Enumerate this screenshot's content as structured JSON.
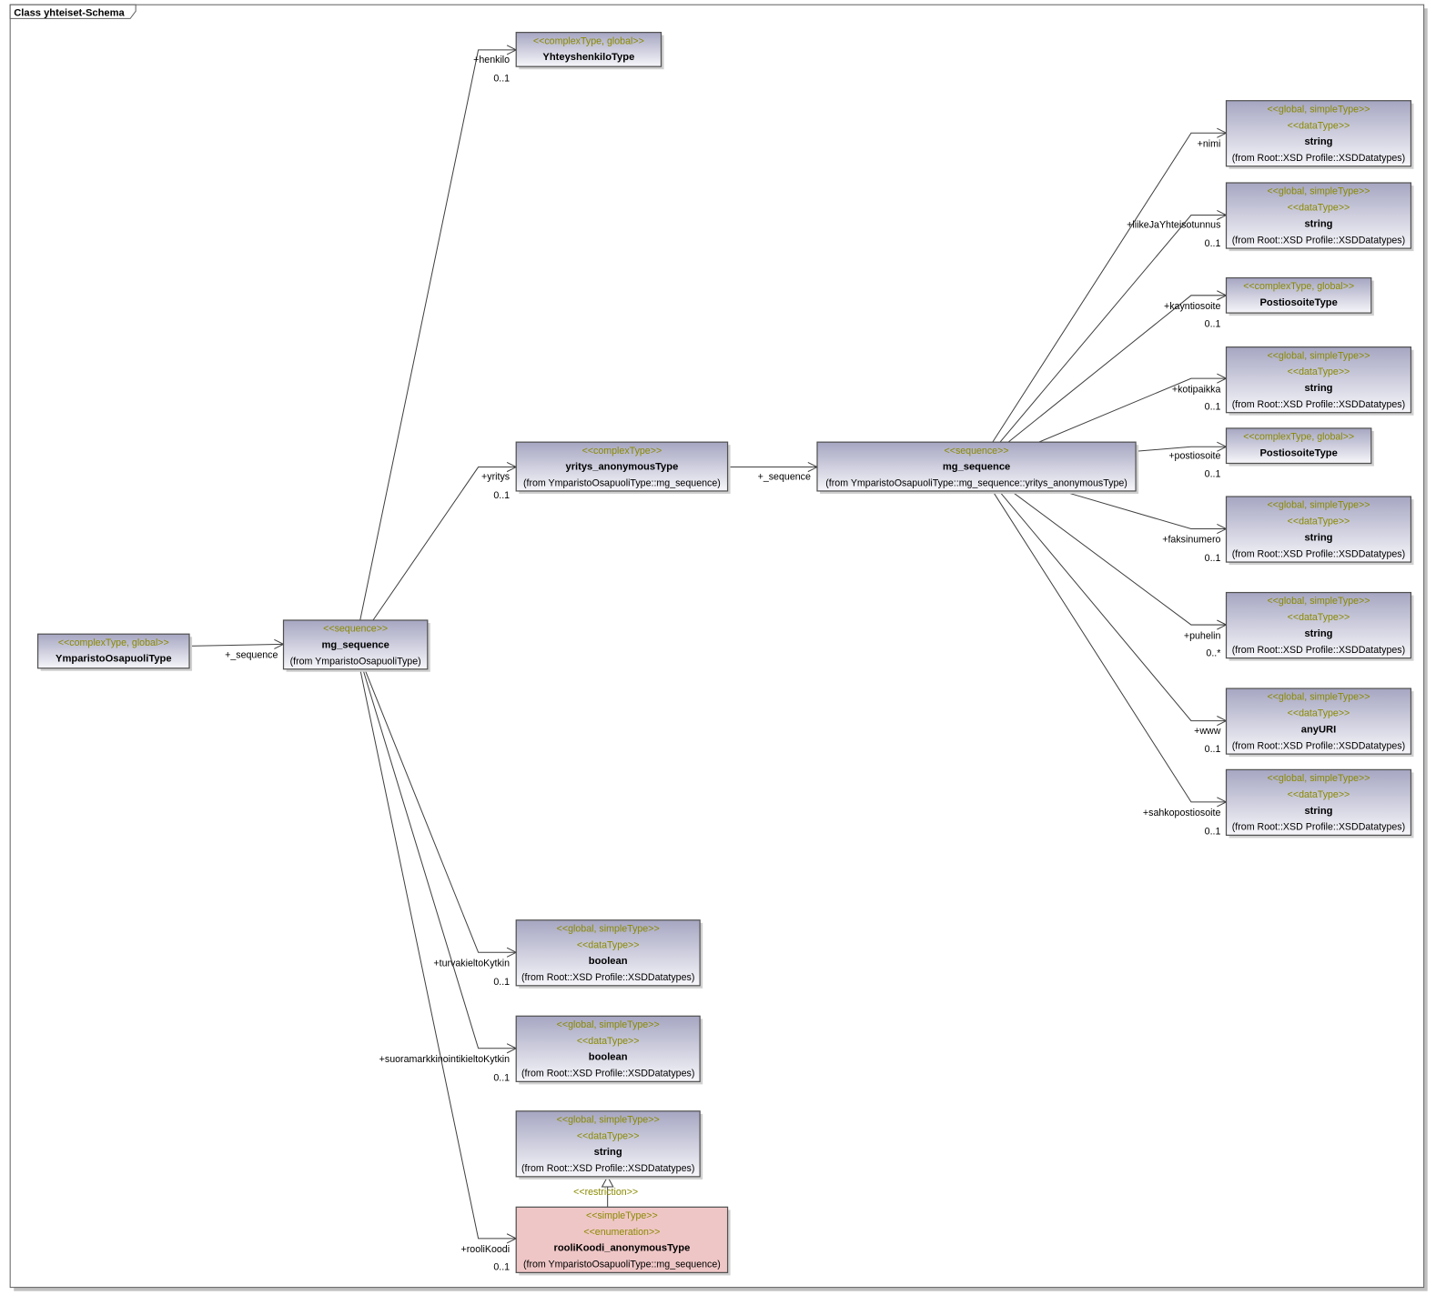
{
  "diagram": {
    "title": "Class yhteiset-Schema",
    "colors": {
      "box_top": "#a6a6c2",
      "box_bottom": "#f6f6fa",
      "enum_fill": "#efc6c6",
      "stereotype": "#8a8a00"
    }
  },
  "nodes": {
    "ymp": {
      "stereotypes": [
        "<<complexType, global>>"
      ],
      "name": "YmparistoOsapuoliType"
    },
    "seq1": {
      "stereotypes": [
        "<<sequence>>"
      ],
      "name": "mg_sequence",
      "from": "(from YmparistoOsapuoliType)"
    },
    "yht": {
      "stereotypes": [
        "<<complexType, global>>"
      ],
      "name": "YhteyshenkiloType"
    },
    "yritys": {
      "stereotypes": [
        "<<complexType>>"
      ],
      "name": "yritys_anonymousType",
      "from": "(from YmparistoOsapuoliType::mg_sequence)"
    },
    "seq2": {
      "stereotypes": [
        "<<sequence>>"
      ],
      "name": "mg_sequence",
      "from": "(from YmparistoOsapuoliType::mg_sequence::yritys_anonymousType)"
    },
    "nimi": {
      "stereotypes": [
        "<<global, simpleType>>",
        "<<dataType>>"
      ],
      "name": "string",
      "from": "(from Root::XSD Profile::XSDDatatypes)"
    },
    "liike": {
      "stereotypes": [
        "<<global, simpleType>>",
        "<<dataType>>"
      ],
      "name": "string",
      "from": "(from Root::XSD Profile::XSDDatatypes)"
    },
    "kaynti": {
      "stereotypes": [
        "<<complexType, global>>"
      ],
      "name": "PostiosoiteType"
    },
    "koti": {
      "stereotypes": [
        "<<global, simpleType>>",
        "<<dataType>>"
      ],
      "name": "string",
      "from": "(from Root::XSD Profile::XSDDatatypes)"
    },
    "posti": {
      "stereotypes": [
        "<<complexType, global>>"
      ],
      "name": "PostiosoiteType"
    },
    "faksi": {
      "stereotypes": [
        "<<global, simpleType>>",
        "<<dataType>>"
      ],
      "name": "string",
      "from": "(from Root::XSD Profile::XSDDatatypes)"
    },
    "puhelin": {
      "stereotypes": [
        "<<global, simpleType>>",
        "<<dataType>>"
      ],
      "name": "string",
      "from": "(from Root::XSD Profile::XSDDatatypes)"
    },
    "www": {
      "stereotypes": [
        "<<global, simpleType>>",
        "<<dataType>>"
      ],
      "name": "anyURI",
      "from": "(from Root::XSD Profile::XSDDatatypes)"
    },
    "sahko": {
      "stereotypes": [
        "<<global, simpleType>>",
        "<<dataType>>"
      ],
      "name": "string",
      "from": "(from Root::XSD Profile::XSDDatatypes)"
    },
    "bool1": {
      "stereotypes": [
        "<<global, simpleType>>",
        "<<dataType>>"
      ],
      "name": "boolean",
      "from": "(from Root::XSD Profile::XSDDatatypes)"
    },
    "bool2": {
      "stereotypes": [
        "<<global, simpleType>>",
        "<<dataType>>"
      ],
      "name": "boolean",
      "from": "(from Root::XSD Profile::XSDDatatypes)"
    },
    "str": {
      "stereotypes": [
        "<<global, simpleType>>",
        "<<dataType>>"
      ],
      "name": "string",
      "from": "(from Root::XSD Profile::XSDDatatypes)"
    },
    "rooli": {
      "stereotypes": [
        "<<simpleType>>",
        "<<enumeration>>"
      ],
      "name": "rooliKoodi_anonymousType",
      "from": "(from YmparistoOsapuoliType::mg_sequence)"
    }
  },
  "edges": [
    {
      "source": "ymp",
      "target": "seq1",
      "role": "+_sequence",
      "multiplicity": ""
    },
    {
      "source": "seq1",
      "target": "yht",
      "role": "+henkilo",
      "multiplicity": "0..1"
    },
    {
      "source": "seq1",
      "target": "yritys",
      "role": "+yritys",
      "multiplicity": "0..1"
    },
    {
      "source": "seq1",
      "target": "bool1",
      "role": "+turvakieltoKytkin",
      "multiplicity": "0..1"
    },
    {
      "source": "seq1",
      "target": "bool2",
      "role": "+suoramarkkinointikieltoKytkin",
      "multiplicity": "0..1"
    },
    {
      "source": "seq1",
      "target": "rooli",
      "role": "+rooliKoodi",
      "multiplicity": "0..1"
    },
    {
      "source": "yritys",
      "target": "seq2",
      "role": "+_sequence",
      "multiplicity": ""
    },
    {
      "source": "seq2",
      "target": "nimi",
      "role": "+nimi",
      "multiplicity": ""
    },
    {
      "source": "seq2",
      "target": "liike",
      "role": "+liikeJaYhteisotunnus",
      "multiplicity": "0..1"
    },
    {
      "source": "seq2",
      "target": "kaynti",
      "role": "+kayntiosoite",
      "multiplicity": "0..1"
    },
    {
      "source": "seq2",
      "target": "koti",
      "role": "+kotipaikka",
      "multiplicity": "0..1"
    },
    {
      "source": "seq2",
      "target": "posti",
      "role": "+postiosoite",
      "multiplicity": "0..1"
    },
    {
      "source": "seq2",
      "target": "faksi",
      "role": "+faksinumero",
      "multiplicity": "0..1"
    },
    {
      "source": "seq2",
      "target": "puhelin",
      "role": "+puhelin",
      "multiplicity": "0..*"
    },
    {
      "source": "seq2",
      "target": "www",
      "role": "+www",
      "multiplicity": "0..1"
    },
    {
      "source": "seq2",
      "target": "sahko",
      "role": "+sahkopostiosoite",
      "multiplicity": "0..1"
    }
  ],
  "restriction": {
    "source": "rooli",
    "target": "str",
    "label": "<<restriction>>"
  }
}
